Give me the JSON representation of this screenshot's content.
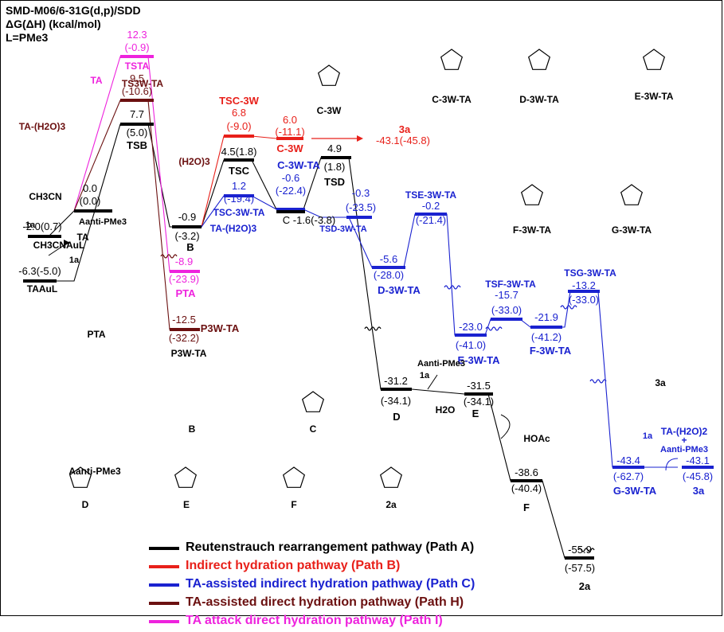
{
  "header": {
    "method": "SMD-M06/6-31G(d,p)/SDD",
    "energy": "ΔG(ΔH) (kcal/mol)",
    "ligand": "L=PMe3"
  },
  "colors": {
    "pathA": "#000000",
    "pathB": "#e8201a",
    "pathC": "#1a22d0",
    "pathH": "#6b1010",
    "pathI": "#ee22dd"
  },
  "legend": [
    {
      "label": "Reutenstrauch rearrangement pathway (Path A)",
      "color": "#000000"
    },
    {
      "label": "Indirect hydration pathway (Path B)",
      "color": "#e8201a"
    },
    {
      "label": "TA-assisted indirect hydration pathway (Path C)",
      "color": "#1a22d0"
    },
    {
      "label": "TA-assisted direct hydration pathway (Path H)",
      "color": "#6b1010"
    },
    {
      "label": "TA attack direct hydration pathway (Path I)",
      "color": "#ee22dd"
    }
  ],
  "levels": {
    "TAAuL": {
      "g": "-6.3(-5.0)",
      "name": "TAAuL"
    },
    "CH3CNAuL": {
      "g": "-2.0(0.7)",
      "name": "CH3CNAuL"
    },
    "Aanti": {
      "g": "0.0",
      "h": "(0.0)",
      "name": "Aanti-PMe3"
    },
    "TSTA": {
      "g": "12.3",
      "h": "(-0.9)",
      "name": "TSTA"
    },
    "TS3WTA": {
      "g": "9.5",
      "h": "(-10.6)",
      "name": "TS3W-TA"
    },
    "TSB": {
      "g": "7.7",
      "h": "(5.0)",
      "name": "TSB"
    },
    "B": {
      "g": "-0.9",
      "h": "(-3.2)",
      "name": "B"
    },
    "PTA": {
      "g": "-8.9",
      "h": "(-23.9)",
      "name": "PTA"
    },
    "P3WTA": {
      "g": "-12.5",
      "h": "(-32.2)",
      "name": "P3W-TA"
    },
    "TSC3W": {
      "g": "6.8",
      "h": "(-9.0)",
      "name": "TSC-3W"
    },
    "TSC": {
      "g": "4.5(1.8)",
      "name": "TSC"
    },
    "TSC3WTA": {
      "g": "1.2",
      "h": "(-19.4)",
      "name": "TSC-3W-TA"
    },
    "C3W": {
      "g": "6.0",
      "h": "(-11.1)",
      "name": "C-3W"
    },
    "C3WTA": {
      "g": "-0.6",
      "h": "(-22.4)",
      "name": "C-3W-TA"
    },
    "C": {
      "g": "C  -1.6(-3.8)",
      "name": "C"
    },
    "TSD": {
      "g": "4.9",
      "h": "(1.8)",
      "name": "TSD"
    },
    "TSD3WTA": {
      "g": "-0.3",
      "h": "(-23.5)",
      "name": "TSD-3W-TA"
    },
    "TSE3WTA": {
      "g": "-0.2",
      "h": "(-21.4)",
      "name": "TSE-3W-TA"
    },
    "D3WTA": {
      "g": "-5.6",
      "h": "(-28.0)",
      "name": "D-3W-TA"
    },
    "E3WTA": {
      "g": "-23.0",
      "h": "(-41.0)",
      "name": "E-3W-TA"
    },
    "TSF3WTA": {
      "g": "-15.7",
      "h": "(-33.0)",
      "name": "TSF-3W-TA"
    },
    "F3WTA": {
      "g": "-21.9",
      "h": "(-41.2)",
      "name": "F-3W-TA"
    },
    "TSG3WTA": {
      "g": "-13.2",
      "h": "(-33.0)",
      "name": "TSG-3W-TA"
    },
    "G3WTA": {
      "g": "-43.4",
      "h": "(-62.7)",
      "name": "G-3W-TA"
    },
    "3a_end": {
      "g": "-43.1",
      "h": "(-45.8)",
      "name": "3a"
    },
    "3a_top": {
      "g": "-43.1(-45.8)",
      "name": "3a"
    },
    "D": {
      "g": "-31.2",
      "h": "(-34.1)",
      "name": "D"
    },
    "E": {
      "g": "-31.5",
      "h": "(-34.1)",
      "name": "E"
    },
    "F": {
      "g": "-38.6",
      "h": "(-40.4)",
      "name": "F"
    },
    "2a": {
      "g": "-55.9",
      "h": "(-57.5)",
      "name": "2a"
    }
  },
  "annotations": {
    "CH3CN": "CH3CN",
    "TA": "TA",
    "1a": "1a",
    "TA_H2O3": "TA-(H2O)3",
    "H2O3": "(H2O)3",
    "TA_H2O3_blue": "TA-(H2O)3",
    "H2O": "H2O",
    "HOAc": "HOAc",
    "TA_H2O2": "TA-(H2O)2",
    "plus": "+",
    "Aanti_blue": "Aanti-PMe3",
    "Aanti_black": "Aanti-PMe3"
  },
  "structures": [
    "C-3W",
    "C-3W-TA",
    "D-3W-TA",
    "E-3W-TA",
    "F-3W-TA",
    "G-3W-TA",
    "PTA",
    "P3W-TA",
    "Aanti-PMe3",
    "B",
    "C",
    "3a",
    "D",
    "E",
    "F",
    "2a"
  ]
}
